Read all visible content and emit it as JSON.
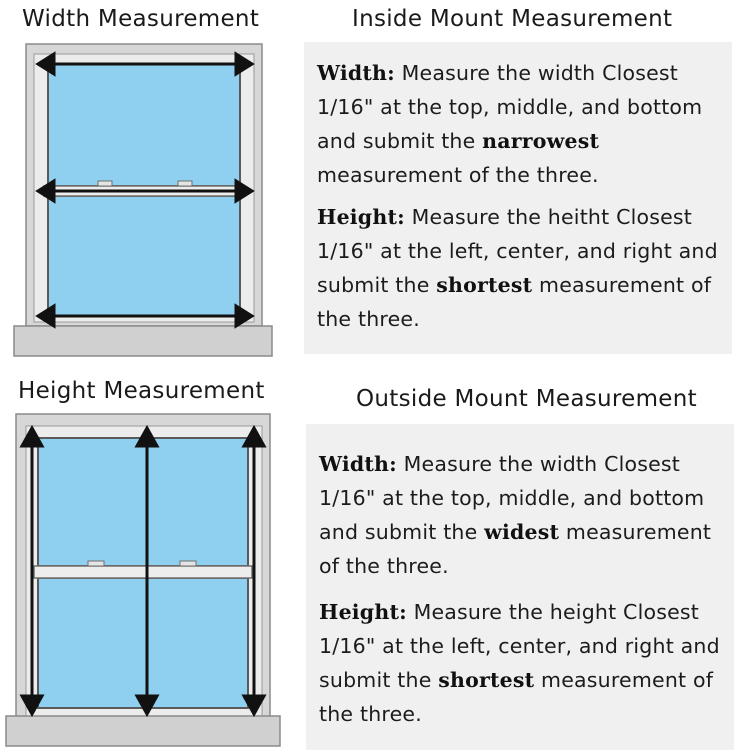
{
  "headings": {
    "width_measurement": "Width Measurement",
    "height_measurement": "Height Measurement",
    "inside_mount": "Inside Mount Measurement",
    "outside_mount": "Outside Mount Measurement"
  },
  "inside": {
    "width": {
      "label": "Width:",
      "pre": " Measure the width Closest 1/16\" at the top, middle, and bottom and submit the ",
      "em": "narrowest",
      "post": " measurement of the three."
    },
    "height": {
      "label": "Height:",
      "pre": " Measure the heitht Closest 1/16\" at the left, center, and right and submit the ",
      "em": "shortest",
      "post": " measurement of the three."
    }
  },
  "outside": {
    "width": {
      "label": "Width:",
      "pre": " Measure the width Closest 1/16\" at the top, middle, and bottom and submit the ",
      "em": "widest",
      "post": " measurement of the three."
    },
    "height": {
      "label": "Height:",
      "pre": " Measure the height Closest 1/16\" at the left, center, and right and submit the ",
      "em": "shortest",
      "post": " measurement of the three."
    }
  },
  "colors": {
    "glass": "#8fd0f0",
    "frame": "#d7d7d7",
    "frame_stroke": "#8a8a8a",
    "arrow": "#111111",
    "panel": "#f0f0f0"
  }
}
